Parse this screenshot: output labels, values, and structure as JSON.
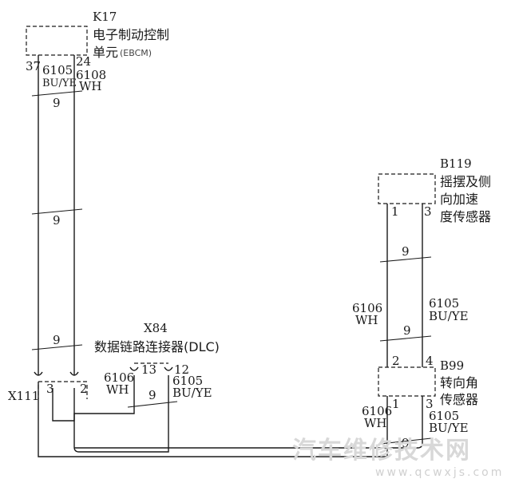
{
  "components": {
    "k17": {
      "ref": "K17",
      "name_line1": "电子制动控制",
      "name_line2": "单元",
      "name_suffix": "(EBCM)",
      "pin_left": "37",
      "pin_right": "24",
      "wire_left_num": "6105",
      "wire_left_color": "BU/YE",
      "wire_right_num": "6108",
      "wire_right_color": "WH"
    },
    "b119": {
      "ref": "B119",
      "name_line1": "摇摆及侧",
      "name_line2": "向加速",
      "name_line3": "度传感器",
      "pin_left": "1",
      "pin_right": "3"
    },
    "b99": {
      "ref": "B99",
      "name_line1": "转向角",
      "name_line2": "传感器",
      "pin_top_left": "2",
      "pin_top_right": "4",
      "pin_bottom_left": "1",
      "pin_bottom_right": "3"
    },
    "x84": {
      "ref": "X84",
      "name": "数据链路连接器(DLC)",
      "pin_left": "13",
      "pin_right": "12"
    },
    "x111": {
      "ref": "X111",
      "pin_left": "3",
      "pin_right": "2"
    }
  },
  "wire_labels": {
    "b119_left_num": "6106",
    "b119_left_color": "WH",
    "b119_right_num": "6105",
    "b119_right_color": "BU/YE",
    "x84_left_num": "6106",
    "x84_left_color": "WH",
    "x84_right_num": "6105",
    "x84_right_color": "BU/YE",
    "b99_left_num": "6106",
    "b99_left_color": "WH",
    "b99_right_num": "6105",
    "b99_right_color": "BU/YE"
  },
  "twist_marks": {
    "k17_1": "9",
    "k17_2": "9",
    "k17_3": "9",
    "b119_1": "9",
    "b119_2": "9",
    "x84_1": "9",
    "b99_1": "9"
  },
  "watermark": {
    "text": "汽车维修技术网",
    "url": "www.qcwxjs.com"
  }
}
